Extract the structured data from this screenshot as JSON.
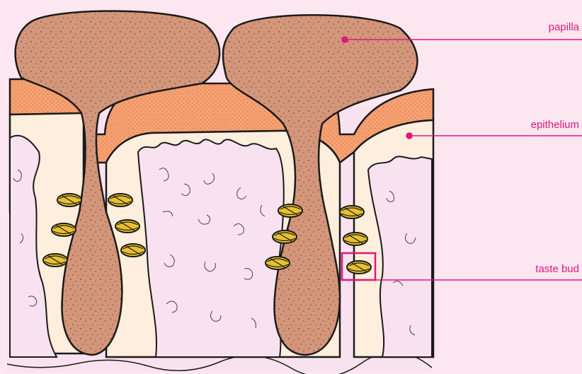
{
  "labels": {
    "papilla": "papilla",
    "epithelium": "epithelium",
    "taste_bud": "taste bud"
  },
  "colors": {
    "background": "#fce7f0",
    "papilla_fill": "#d4967a",
    "epithelium_band": "#f7a070",
    "inner_layer": "#fdeedd",
    "tissue": "#f9e2ef",
    "taste_bud": "#e8c030",
    "outline": "#1a1a1a",
    "label_line": "#e0157f"
  }
}
